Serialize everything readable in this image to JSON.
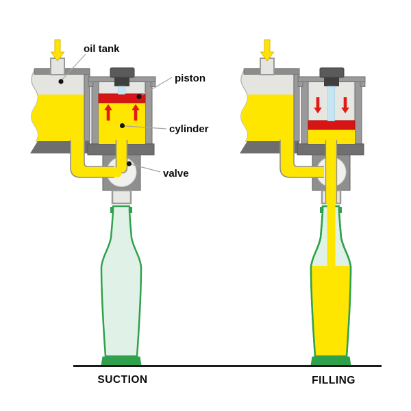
{
  "diagram": {
    "type": "process-diagram",
    "subject": "oil bottle filling machine",
    "callouts": {
      "oil_tank": "oil tank",
      "piston": "piston",
      "cylinder": "cylinder",
      "valve": "valve"
    },
    "stages": [
      {
        "caption": "SUCTION"
      },
      {
        "caption": "FILLING"
      }
    ],
    "icons": {
      "tank_inflow": "down-arrow-icon",
      "suction_stroke": "up-arrow-icon",
      "discharge_stroke": "down-arrow-icon",
      "callout_marker": "dot-marker-icon"
    },
    "colors": {
      "oil_yellow": "#FFE600",
      "inflow_arrow_yellow": "#FFE400",
      "piston_red": "#D81414",
      "arrow_red": "#E11B12",
      "metal_gray": "#9A9A9A",
      "metal_dark": "#5A5A5A",
      "interior_gray": "#E6E6E3",
      "rod_blue": "#C6E5F2",
      "glass_outline_green": "#2FA14C",
      "glass_fill_green": "#E0F2E7",
      "ground_black": "#1A1A1A"
    }
  }
}
